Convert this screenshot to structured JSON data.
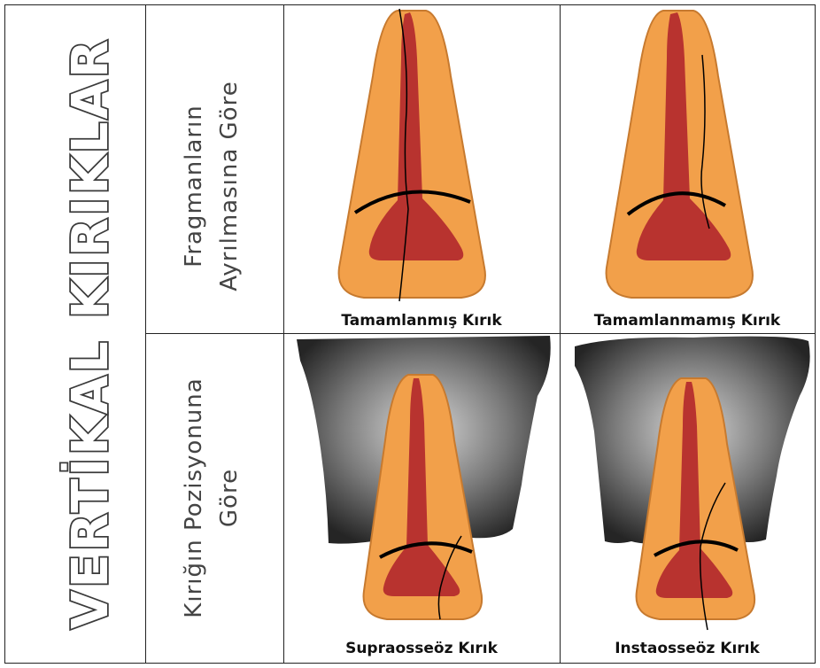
{
  "title": "VERTİKAL KIRIKLAR",
  "rows": [
    {
      "label_line1": "Fragmanların",
      "label_line2": "Ayrılmasına Göre"
    },
    {
      "label_line1": "Kırığın Pozisyonuna",
      "label_line2": "Göre"
    }
  ],
  "cells": [
    {
      "caption": "Tamamlanmış Kırık"
    },
    {
      "caption": "Tamamlanmamış Kırık"
    },
    {
      "caption": "Supraosseöz Kırık"
    },
    {
      "caption": "Instaosseöz Kırık"
    }
  ],
  "colors": {
    "tooth": "#f2a04a",
    "tooth_outline": "#c77a2f",
    "pulp": "#b8332f",
    "bone_dark": "#2b2b2b",
    "bone_light": "#bdbdbd",
    "gridline": "#222222"
  }
}
